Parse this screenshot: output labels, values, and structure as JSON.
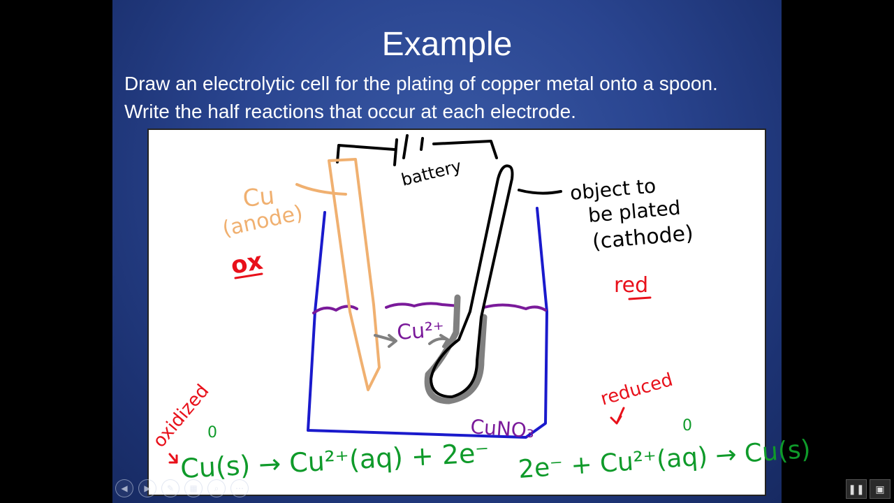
{
  "slide": {
    "title": "Example",
    "question": "Draw an electrolytic cell for the plating of copper metal onto a spoon. Write the half reactions that occur at each electrode."
  },
  "annotations": {
    "anode_symbol": "Cu",
    "anode_label": "(anode)",
    "ox": "ox",
    "battery": "battery",
    "cathode_line1": "object to",
    "cathode_line2": "be plated",
    "cathode_line3": "(cathode)",
    "red": "red",
    "ion": "Cu²⁺",
    "solution": "CuNO₃",
    "oxidized": "oxidized",
    "reduced": "reduced",
    "zero_left": "0",
    "zero_right": "0",
    "eq_oxidation": "Cu(s) → Cu²⁺(aq) + 2e⁻",
    "eq_reduction": "2e⁻ + Cu²⁺(aq) → Cu(s)"
  },
  "colors": {
    "anode": "#f0b070",
    "ox_red": "#e8101a",
    "beaker": "#1a1acc",
    "solution": "#7a1a9a",
    "equations": "#0f9a2a",
    "plating": "#808080"
  },
  "controls": [
    {
      "icon": "previous-icon",
      "glyph": "◀"
    },
    {
      "icon": "next-icon",
      "glyph": "▶"
    },
    {
      "icon": "pen-icon",
      "glyph": "✎"
    },
    {
      "icon": "slides-icon",
      "glyph": "▦"
    },
    {
      "icon": "zoom-icon",
      "glyph": "⌕"
    },
    {
      "icon": "more-icon",
      "glyph": "⋯"
    }
  ],
  "player": [
    {
      "icon": "pause-icon",
      "glyph": "❚❚"
    },
    {
      "icon": "screen-icon",
      "glyph": "▣"
    }
  ]
}
